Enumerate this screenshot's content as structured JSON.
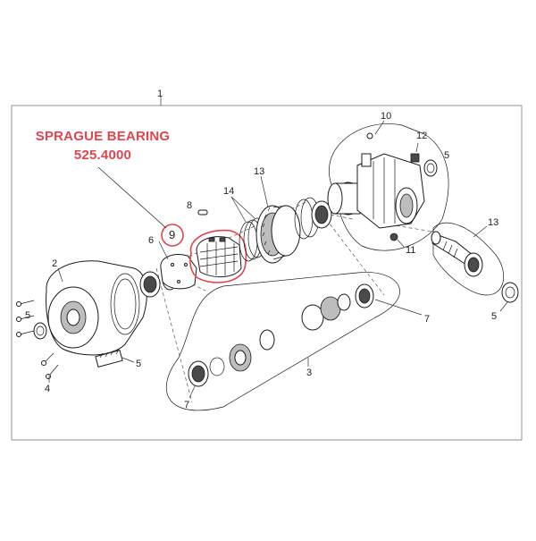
{
  "callout": {
    "title_line1": "SPRAGUE BEARING",
    "title_line2": "525.4000",
    "highlight_color": "#e1454f"
  },
  "labels": {
    "assembly": "1",
    "front_cover": "2",
    "seal_kit": "3",
    "bolt": "4",
    "seal_left_top": "5",
    "seal_left_bottom": "5",
    "seal_top_right": "5",
    "seal_bottom_right": "5",
    "gasket": "6",
    "bearing_left": "7",
    "bearing_right": "7",
    "pin": "8",
    "sprague_bearing": "9",
    "housing": "10",
    "plug": "11",
    "fitting": "12",
    "gear_assembly": "13",
    "pinion_shaft": "13",
    "shims": "14"
  }
}
